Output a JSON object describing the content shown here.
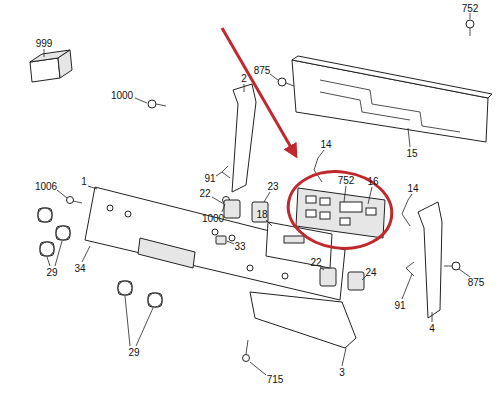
{
  "diagram": {
    "labels": [
      "999",
      "752",
      "1000",
      "875",
      "2",
      "15",
      "91",
      "1000",
      "1006",
      "1",
      "22",
      "23",
      "14",
      "752",
      "16",
      "14",
      "875",
      "33",
      "18",
      "29",
      "34",
      "22",
      "24",
      "91",
      "4",
      "29",
      "715",
      "3"
    ]
  }
}
